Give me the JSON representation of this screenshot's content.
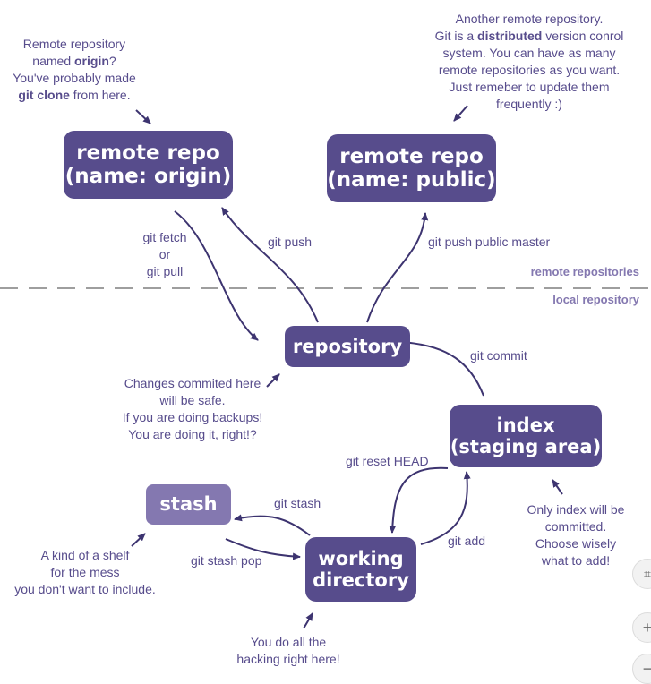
{
  "nodes": {
    "origin": {
      "label": "remote repo\n(name: origin)"
    },
    "public": {
      "label": "remote repo\n(name: public)"
    },
    "repository": {
      "label": "repository"
    },
    "index": {
      "label": "index\n(staging area)"
    },
    "stash": {
      "label": "stash"
    },
    "working": {
      "label": "working\ndirectory"
    }
  },
  "edges": {
    "fetch": "git fetch\nor\ngit pull",
    "push": "git push",
    "push_public": "git push public master",
    "commit": "git commit",
    "reset": "git reset HEAD",
    "add": "git add",
    "stash": "git stash",
    "stash_pop": "git stash pop"
  },
  "zones": {
    "remote": "remote repositories",
    "local": "local repository"
  },
  "notes": {
    "origin": {
      "l1": "Remote repository",
      "l2a": "named ",
      "l2b": "origin",
      "l2c": "?",
      "l3": "You've probably made",
      "l4a": "git clone",
      "l4b": " from here."
    },
    "public": {
      "l1": "Another remote repository.",
      "l2a": "Git is a ",
      "l2b": "distributed",
      "l2c": " version conrol",
      "l3": "system. You can have as many",
      "l4": "remote repositories as you want.",
      "l5": "Just remeber to update them",
      "l6": "frequently :)"
    },
    "repository": "Changes commited here\nwill be safe.\nIf you are doing backups!\nYou are doing it, right!?",
    "index": "Only index will be\ncommitted.\nChoose wisely\nwhat to add!",
    "stash": "A kind of a shelf\nfor the mess\nyou don't want to include.",
    "working": "You do all the\nhacking right here!"
  },
  "controls": {
    "zoom_in": "+",
    "zoom_fit": "⌗",
    "zoom_out": "−"
  },
  "colors": {
    "dark": "#574c8c",
    "light": "#8478b0",
    "line": "#3d3470",
    "dash": "#9e9e9e"
  }
}
